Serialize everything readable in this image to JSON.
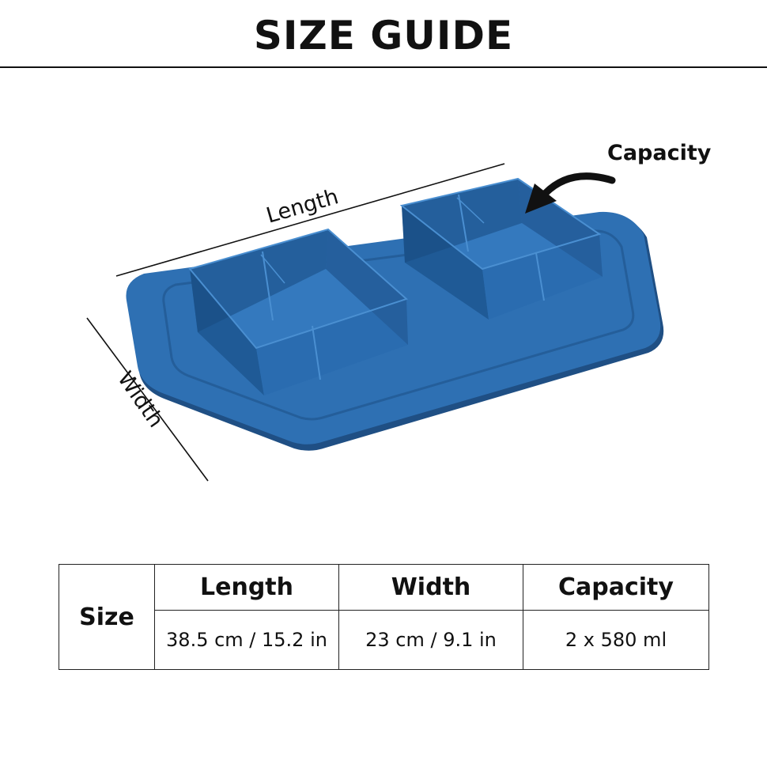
{
  "header": {
    "title": "SIZE GUIDE"
  },
  "illustration": {
    "length_label": "Length",
    "width_label": "Width",
    "capacity_label": "Capacity",
    "product_color": "#2c6aab",
    "product_icon": "double-bowl-icon",
    "arrow_icon": "curved-arrow-icon"
  },
  "table": {
    "row_header": "Size",
    "columns": [
      "Length",
      "Width",
      "Capacity"
    ],
    "values": [
      "38.5 cm / 15.2 in",
      "23 cm / 9.1 in",
      "2 x 580 ml"
    ]
  }
}
